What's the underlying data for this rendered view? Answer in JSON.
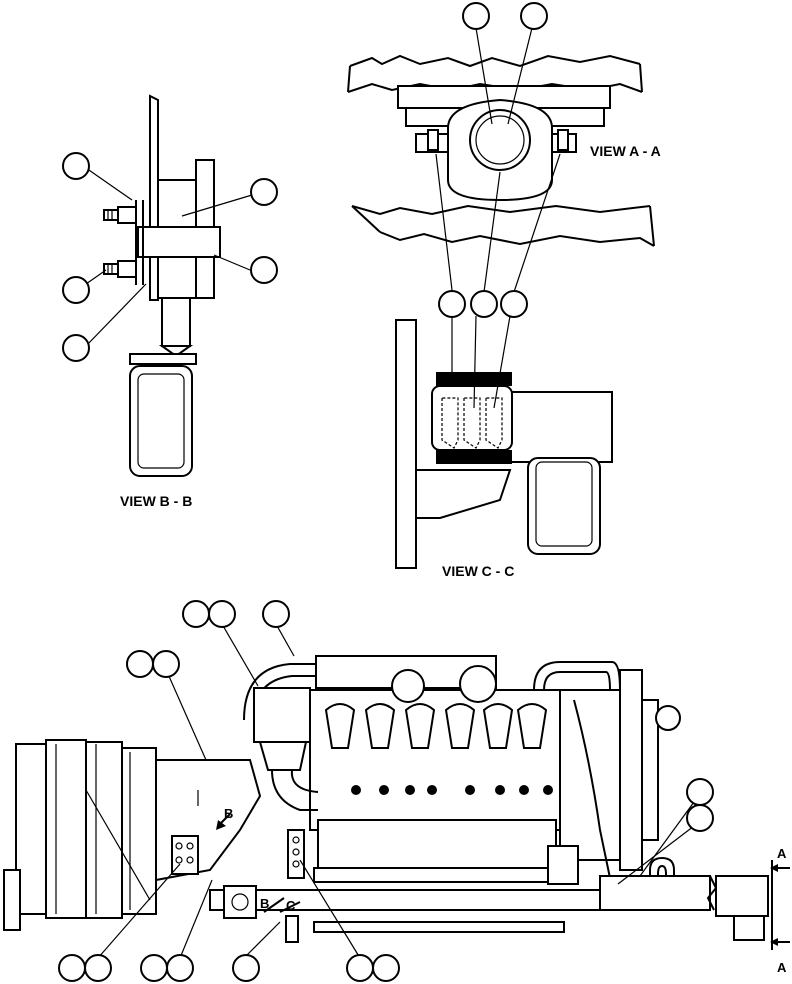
{
  "views": {
    "view_a": "VIEW A - A",
    "view_b": "VIEW B - B",
    "view_c": "VIEW C - C"
  },
  "section_markers": {
    "a_top": "A",
    "a_bottom": "A",
    "b_marker": "B",
    "b_bottom": "B",
    "c_bottom": "C"
  }
}
